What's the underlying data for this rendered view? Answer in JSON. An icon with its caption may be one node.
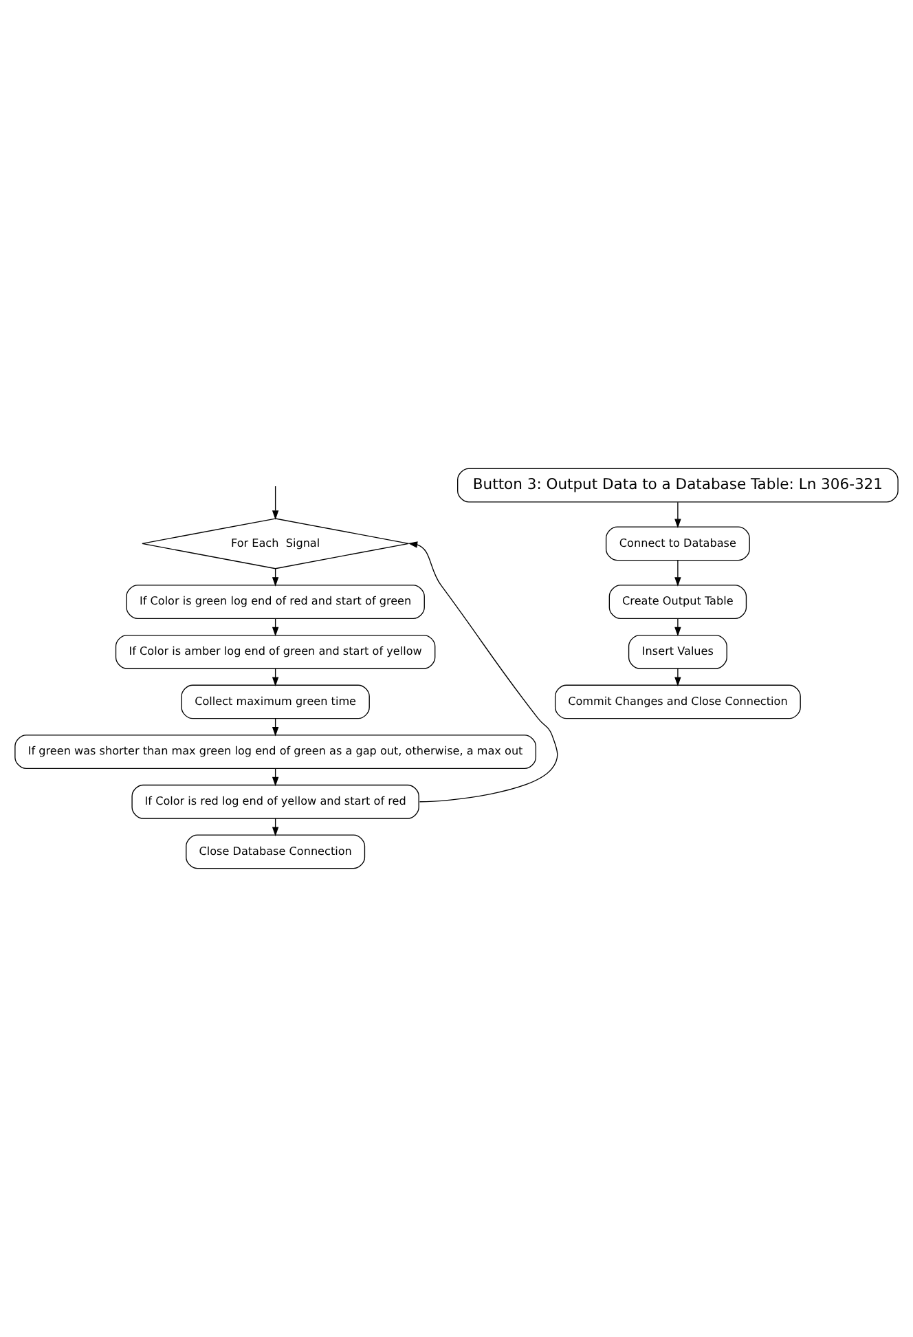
{
  "diagram": {
    "nodes": [
      {
        "text": [
          "For Each  Signal"
        ]
      },
      {
        "text": [
          "If Color is green log end of red and start of green"
        ]
      },
      {
        "text": [
          "If Color is amber log end of green and start of yellow"
        ]
      },
      {
        "text": [
          "Collect maximum green time"
        ]
      },
      {
        "text": [
          "If green was shorter than max green log end of green as a gap out, otherwise, a max out"
        ]
      },
      {
        "text": [
          "If Color is red log end of yellow and start of red"
        ]
      },
      {
        "text": [
          "Close Database Connection"
        ]
      },
      {
        "text": [
          "Button 3: Output Data to a Database Table: Ln 306-321"
        ]
      },
      {
        "text": [
          "Connect to Database"
        ]
      },
      {
        "text": [
          "Create Output Table"
        ]
      },
      {
        "text": [
          "Insert Values"
        ]
      },
      {
        "text": [
          "Commit Changes and Close Connection"
        ]
      }
    ],
    "edges": [
      {
        "from": null,
        "to": 0,
        "arrow": "to"
      },
      {
        "from": 0,
        "to": 1,
        "arrow": "to"
      },
      {
        "from": 1,
        "to": 2,
        "arrow": "to"
      },
      {
        "from": 2,
        "to": 3,
        "arrow": "to"
      },
      {
        "from": 3,
        "to": 4,
        "arrow": "to"
      },
      {
        "from": 4,
        "to": 5,
        "arrow": "to"
      },
      {
        "from": 5,
        "to": 6,
        "arrow": "to"
      },
      {
        "from": 5,
        "to": 0,
        "arrow": "to"
      },
      {
        "from": 7,
        "to": 8,
        "arrow": "to"
      },
      {
        "from": 8,
        "to": 9,
        "arrow": "to"
      },
      {
        "from": 9,
        "to": 10,
        "arrow": "to"
      },
      {
        "from": 10,
        "to": 11,
        "arrow": "to"
      }
    ]
  }
}
